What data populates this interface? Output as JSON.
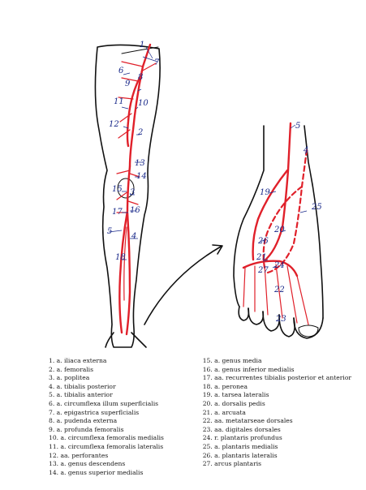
{
  "labels": {
    "leg": [
      "1",
      "7",
      "6",
      "8",
      "9",
      "11",
      "10",
      "12",
      "2",
      "13",
      "14",
      "15",
      "3",
      "16",
      "17",
      "5",
      "4",
      "18"
    ],
    "foot": [
      "5",
      "4",
      "19",
      "25",
      "20",
      "26",
      "21",
      "24",
      "27",
      "22",
      "23"
    ]
  },
  "legend": {
    "left": [
      "1. a. iliaca externa",
      "2. a. femoralis",
      "3. a. poplitea",
      "4. a. tibialis posterior",
      "5. a. tibialis anterior",
      "6. a. circumflexa illum superflcialis",
      "7. a. epigastrica superflcialis",
      "8. a. pudenda externa",
      "9. a. profunda femoralis",
      "10. a. circumflexa femoralis medialis",
      "11. a. circumflexa femoralis lateralis",
      "12. aa. perforantes",
      "13. a. genus descendens",
      "14. a. genus superior medialis"
    ],
    "right": [
      "15. a. genus media",
      "16. a. genus inferior medialis",
      "17. aa. recurrentes tibialis posterior et anterior",
      "18. a. peronea",
      "19. a. tarsea lateralis",
      "20. a. dorsalis pedis",
      "21. a. arcuata",
      "22. aa. metatarseae dorsales",
      "23. aa. digitales dorsales",
      "24. r. plantaris profundus",
      "25. a. plantaris medialis",
      "26. a. plantaris lateralis",
      "27. arcus plantaris"
    ]
  }
}
